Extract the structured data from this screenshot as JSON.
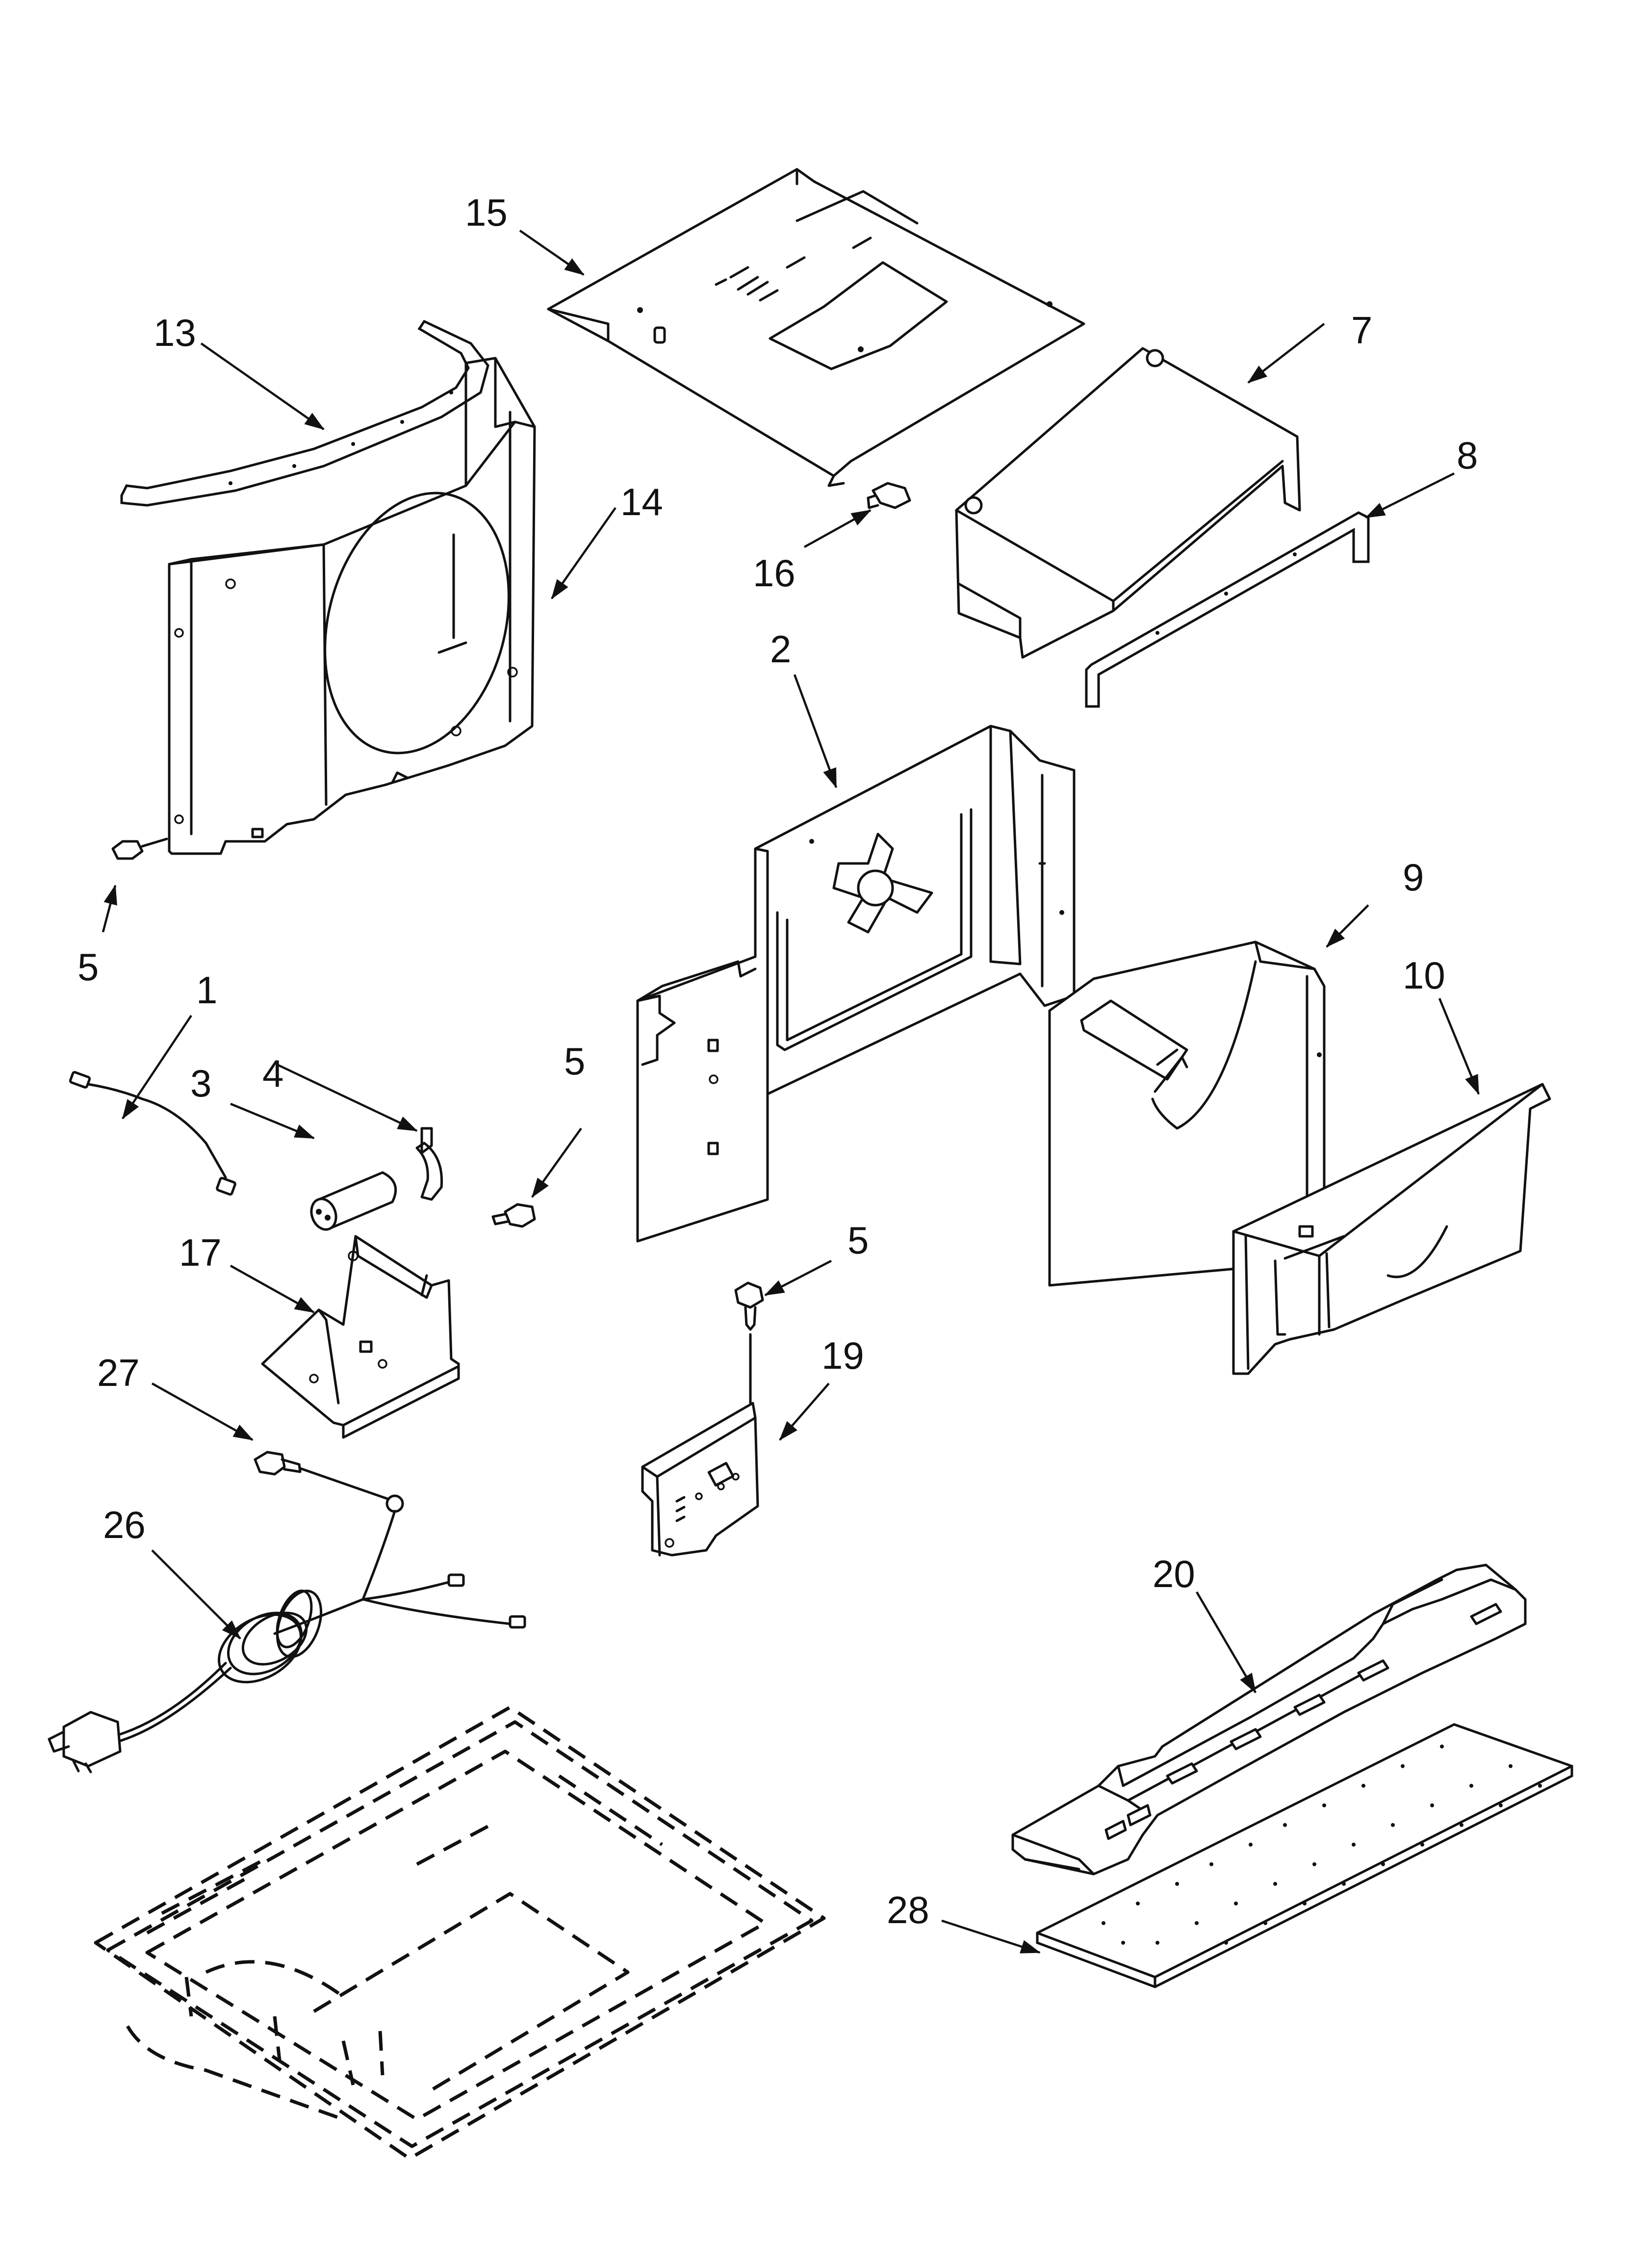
{
  "labels": {
    "p1": "1",
    "p2": "2",
    "p3": "3",
    "p4": "4",
    "p5a": "5",
    "p5b": "5",
    "p5c": "5",
    "p7": "7",
    "p8": "8",
    "p9": "9",
    "p10": "10",
    "p13": "13",
    "p14": "14",
    "p15": "15",
    "p16": "16",
    "p17": "17",
    "p19": "19",
    "p20": "20",
    "p26": "26",
    "p27": "27",
    "p28": "28"
  }
}
